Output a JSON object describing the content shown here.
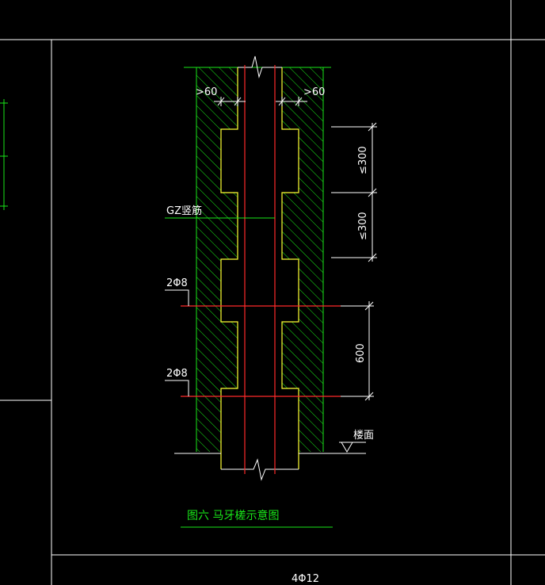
{
  "labels": {
    "dim_left_60": ">60",
    "dim_right_60": ">60",
    "dim_300_upper": "≤300",
    "dim_300_lower": "≤300",
    "dim_600": "600",
    "gz_rebar": "GZ竖筋",
    "bar_2phi8_upper": "2Φ8",
    "bar_2phi8_lower": "2Φ8",
    "floor_level": "楼面",
    "figure_title": "图六  马牙槎示意图",
    "bottom_rebar": "4Φ12"
  },
  "colors": {
    "background": "#000000",
    "frame": "#ffffff",
    "wall_outline": "#ffff00",
    "hatch": "#19e619",
    "rebar": "#ff2a2a",
    "dimension": "#19e619",
    "text": "#ffffff"
  }
}
